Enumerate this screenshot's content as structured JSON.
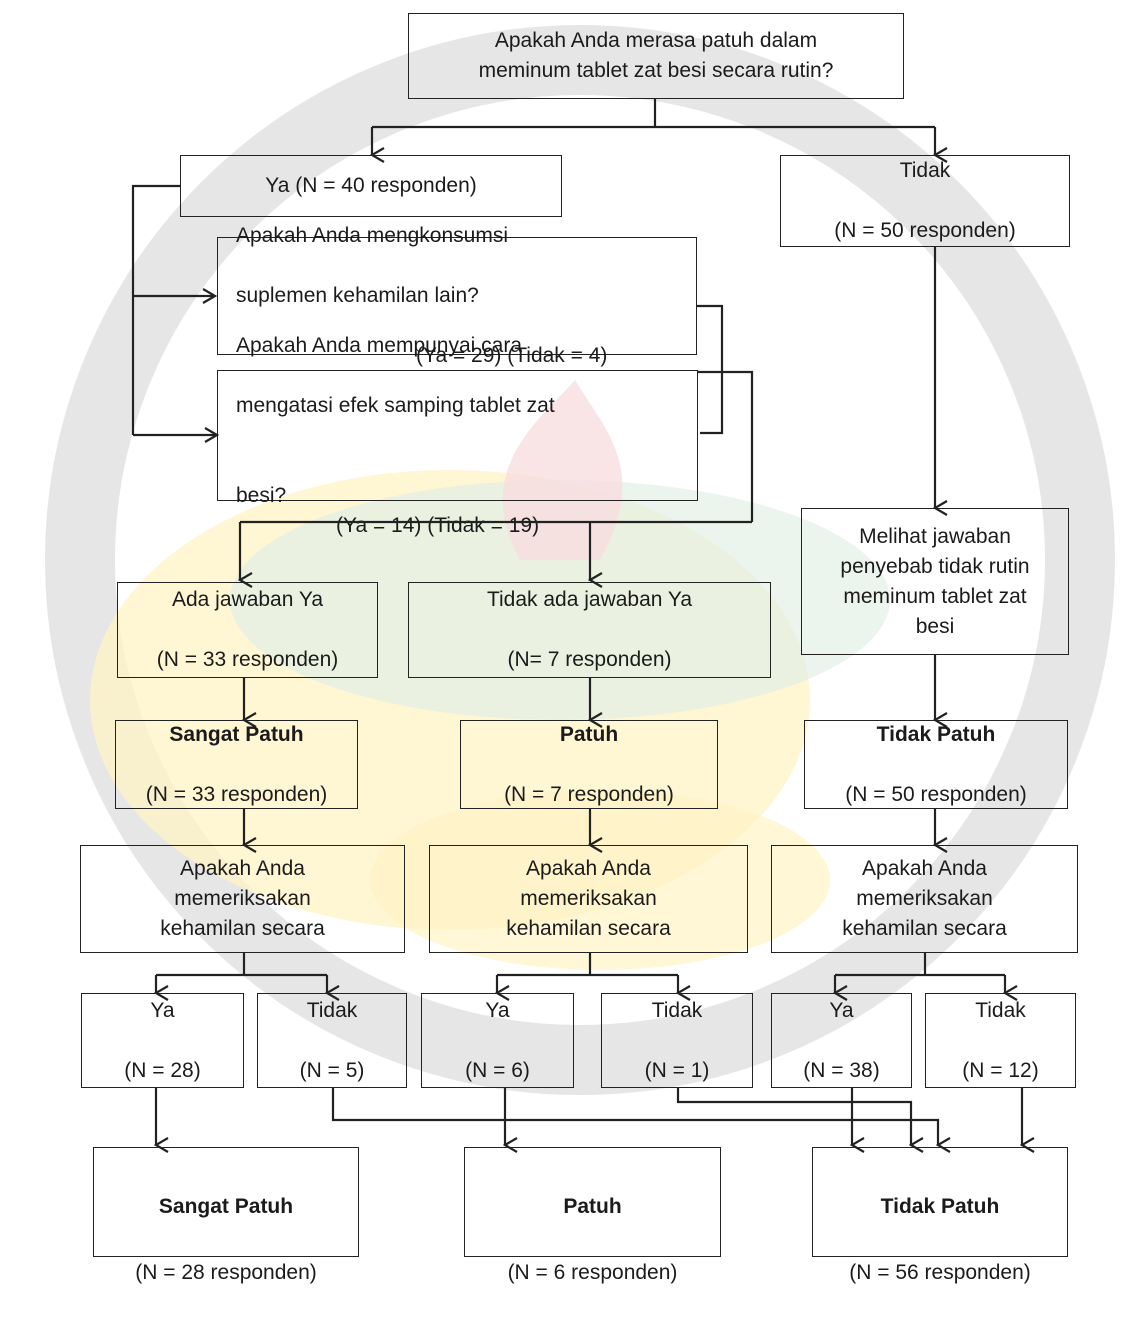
{
  "diagram": {
    "root_question": "Apakah Anda merasa patuh dalam\nmeminum tablet zat besi secara rutin?",
    "yes_branch": {
      "label": "Ya (N = 40 responden)"
    },
    "no_branch": {
      "line1": "Tidak",
      "line2": "(N = 50 responden)"
    },
    "question_supplement": {
      "line1": "Apakah Anda mengkonsumsi",
      "line2": "suplemen kehamilan lain?",
      "line3": "(Ya = 29) (Tidak = 4)"
    },
    "question_side_effect": {
      "line1": "Apakah Anda mempunyai cara",
      "line2": "mengatasi efek samping tablet  zat",
      "line3": "besi?",
      "line3_counts": "(Ya = 14) (Tidak = 19)"
    },
    "has_yes_answer": {
      "line1": "Ada jawaban Ya",
      "line2": "(N = 33 responden)"
    },
    "no_yes_answer": {
      "line1": "Tidak ada jawaban Ya",
      "line2": "(N= 7 responden)"
    },
    "reason_box": "Melihat jawaban\npenyebab tidak rutin\nmeminum tablet zat\nbesi",
    "level1": [
      {
        "title": "Sangat Patuh",
        "count": "(N = 33 responden)"
      },
      {
        "title": "Patuh",
        "count": "(N = 7 responden)"
      },
      {
        "title": "Tidak Patuh",
        "count": "(N = 50 responden)"
      }
    ],
    "checkup_question": "Apakah Anda\nmemeriksakan\nkehamilan secara",
    "answers": [
      {
        "label": "Ya",
        "count": "(N = 28)"
      },
      {
        "label": "Tidak",
        "count": "(N = 5)"
      },
      {
        "label": "Ya",
        "count": "(N = 6)"
      },
      {
        "label": "Tidak",
        "count": "(N = 1)"
      },
      {
        "label": "Ya",
        "count": "(N = 38)"
      },
      {
        "label": "Tidak",
        "count": "(N = 12)"
      }
    ],
    "final": [
      {
        "title": "Sangat Patuh",
        "count": "(N = 28 responden)"
      },
      {
        "title": "Patuh",
        "count": "(N = 6 responden)"
      },
      {
        "title": "Tidak Patuh",
        "count": "(N = 56 responden)"
      }
    ]
  },
  "colors": {
    "line": "#222222",
    "watermark_yellow": "#fff3c4",
    "watermark_green": "#e2efe6",
    "watermark_pink": "#f7dde0"
  }
}
